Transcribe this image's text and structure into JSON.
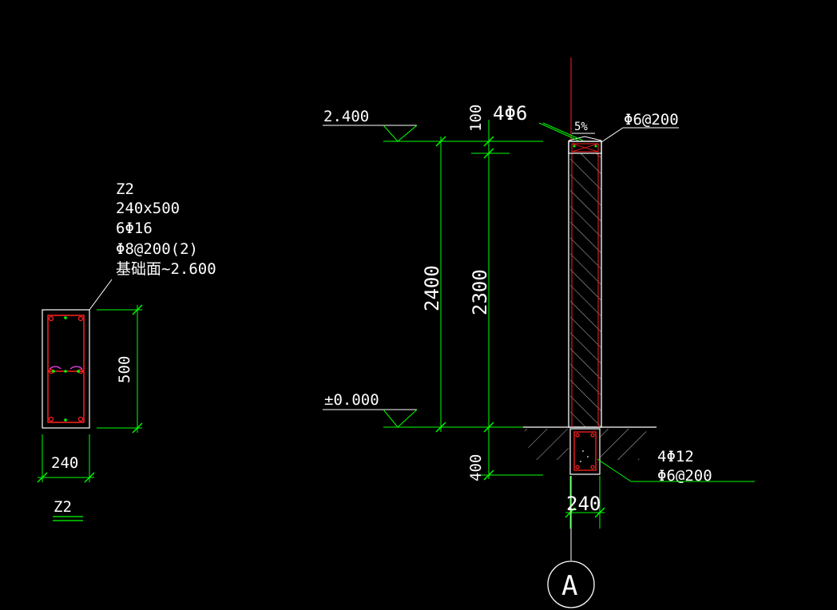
{
  "colors": {
    "background": "#000000",
    "line": "#ffffff",
    "dimension": "#00ff00",
    "rebar": "#ff2020",
    "stirrup_tie": "#ff40ff",
    "hatch": "#cccccc",
    "axis_line": "#ff2020"
  },
  "column_section": {
    "label_name": "Z2",
    "label_size": "240x500",
    "label_main_bars": "6Φ16",
    "label_stirrups": "Φ8@200(2)",
    "label_extent": "基础面~2.600",
    "dim_height": "500",
    "dim_width": "240",
    "caption": "Z2"
  },
  "wall_elevation": {
    "level_top": "2.400",
    "level_bottom": "±0.000",
    "dim_top_cap": "100",
    "dim_total": "2400",
    "dim_clear": "2300",
    "dim_footing": "400",
    "dim_width": "240",
    "cap_bars": "4Φ6",
    "cap_slope": "5%",
    "cap_stirrups": "Φ6@200",
    "footing_bars": "4Φ12",
    "footing_stirrups": "Φ6@200",
    "axis_label": "A"
  }
}
